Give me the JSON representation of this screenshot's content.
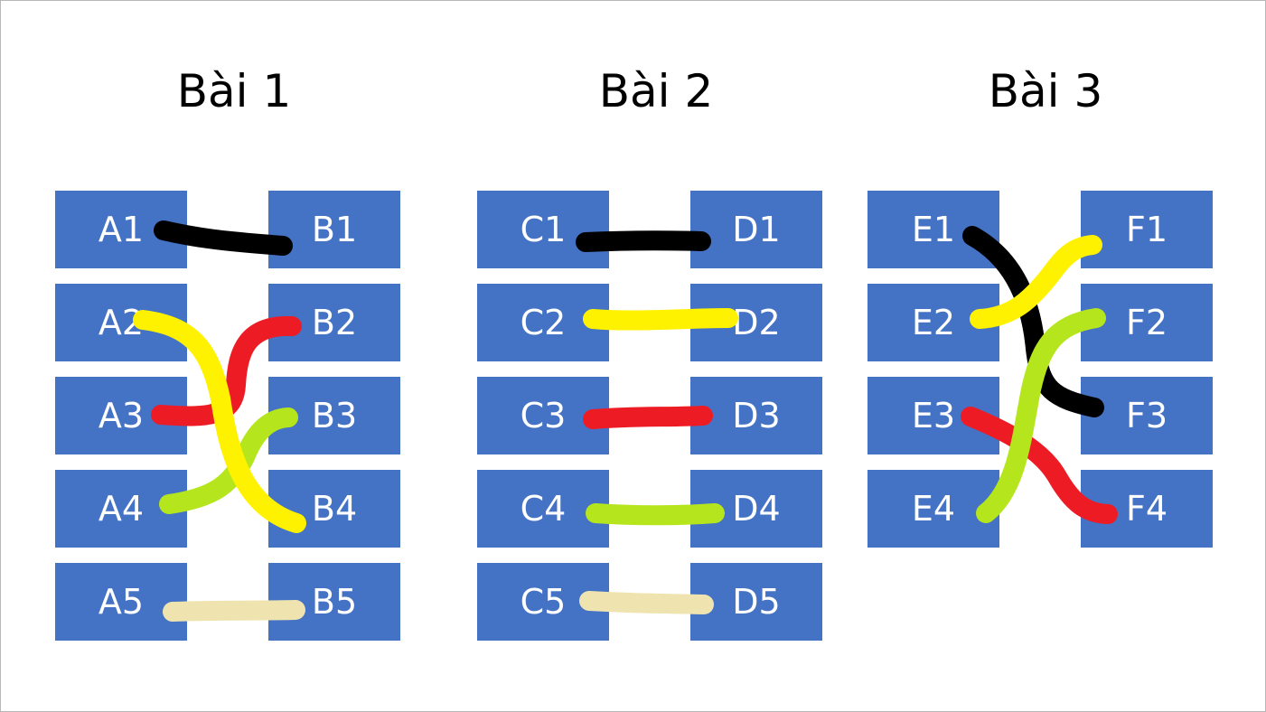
{
  "colors": {
    "box": "#4472c4",
    "black": "#000000",
    "yellow": "#fff200",
    "red": "#ed1c24",
    "green": "#b5e61d",
    "beige": "#efe4b0"
  },
  "exercises": [
    {
      "title": "Bài 1",
      "left": [
        "A1",
        "A2",
        "A3",
        "A4",
        "A5"
      ],
      "right": [
        "B1",
        "B2",
        "B3",
        "B4",
        "B5"
      ],
      "connections": [
        {
          "from": "A1",
          "to": "B1",
          "color": "black"
        },
        {
          "from": "A2",
          "to": "B4",
          "color": "yellow"
        },
        {
          "from": "A3",
          "to": "B2",
          "color": "red"
        },
        {
          "from": "A4",
          "to": "B3",
          "color": "green"
        },
        {
          "from": "A5",
          "to": "B5",
          "color": "beige"
        }
      ]
    },
    {
      "title": "Bài 2",
      "left": [
        "C1",
        "C2",
        "C3",
        "C4",
        "C5"
      ],
      "right": [
        "D1",
        "D2",
        "D3",
        "D4",
        "D5"
      ],
      "connections": [
        {
          "from": "C1",
          "to": "D1",
          "color": "black"
        },
        {
          "from": "C2",
          "to": "D2",
          "color": "yellow"
        },
        {
          "from": "C3",
          "to": "D3",
          "color": "red"
        },
        {
          "from": "C4",
          "to": "D4",
          "color": "green"
        },
        {
          "from": "C5",
          "to": "D5",
          "color": "beige"
        }
      ]
    },
    {
      "title": "Bài 3",
      "left": [
        "E1",
        "E2",
        "E3",
        "E4"
      ],
      "right": [
        "F1",
        "F2",
        "F3",
        "F4"
      ],
      "connections": [
        {
          "from": "E1",
          "to": "F3",
          "color": "black"
        },
        {
          "from": "E2",
          "to": "F1",
          "color": "yellow"
        },
        {
          "from": "E3",
          "to": "F4",
          "color": "red"
        },
        {
          "from": "E4",
          "to": "F2",
          "color": "green"
        }
      ]
    }
  ]
}
